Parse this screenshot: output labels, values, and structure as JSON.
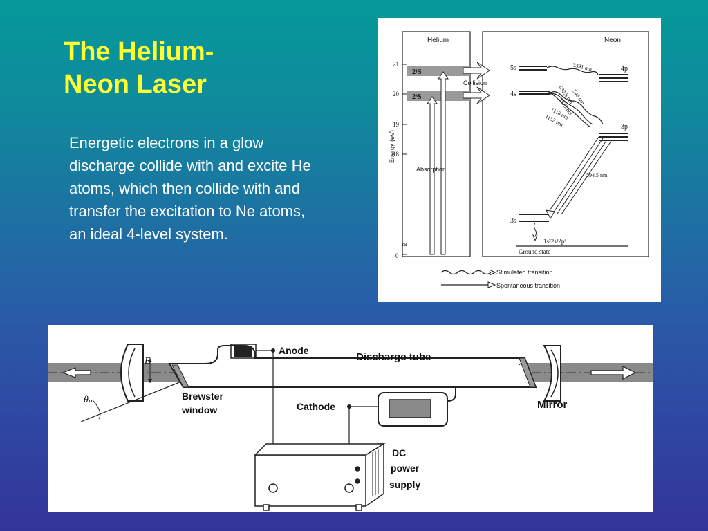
{
  "slide": {
    "title_line1": "The Helium-",
    "title_line2": "Neon Laser",
    "body": "Energetic electrons in a glow discharge collide with and excite He atoms, which then collide with and transfer the excitation to Ne atoms, an ideal 4-level system."
  },
  "energy_diagram": {
    "helium_label": "Helium",
    "neon_label": "Neon",
    "axis_label": "Energy (eV)",
    "ticks": [
      "21",
      "20",
      "19",
      "18",
      "0"
    ],
    "he_level_upper": "2¹S",
    "he_level_lower": "2³S",
    "collision_label": "Collision",
    "absorption_label": "Absorption",
    "ne_levels": [
      "5s",
      "4s",
      "4p",
      "3p",
      "3s"
    ],
    "wavelengths": [
      "3391 nm",
      "632.8 nm",
      "543 nm",
      "1523 nm",
      "1118 nm",
      "1152 nm",
      "594.5 nm"
    ],
    "ground_config": "1s²2s²2p⁶",
    "ground_state": "Ground state",
    "legend_stimulated": "Stimulated transition",
    "legend_spontaneous": "Spontaneous transition"
  },
  "laser_diagram": {
    "anode": "Anode",
    "discharge_tube": "Discharge tube",
    "cathode": "Cathode",
    "brewster_line1": "Brewster",
    "brewster_line2": "window",
    "mirror": "Mirror",
    "e_symbol": "E",
    "theta_symbol": "θₚ",
    "dc_line1": "DC",
    "dc_line2": "power",
    "dc_line3": "supply"
  }
}
